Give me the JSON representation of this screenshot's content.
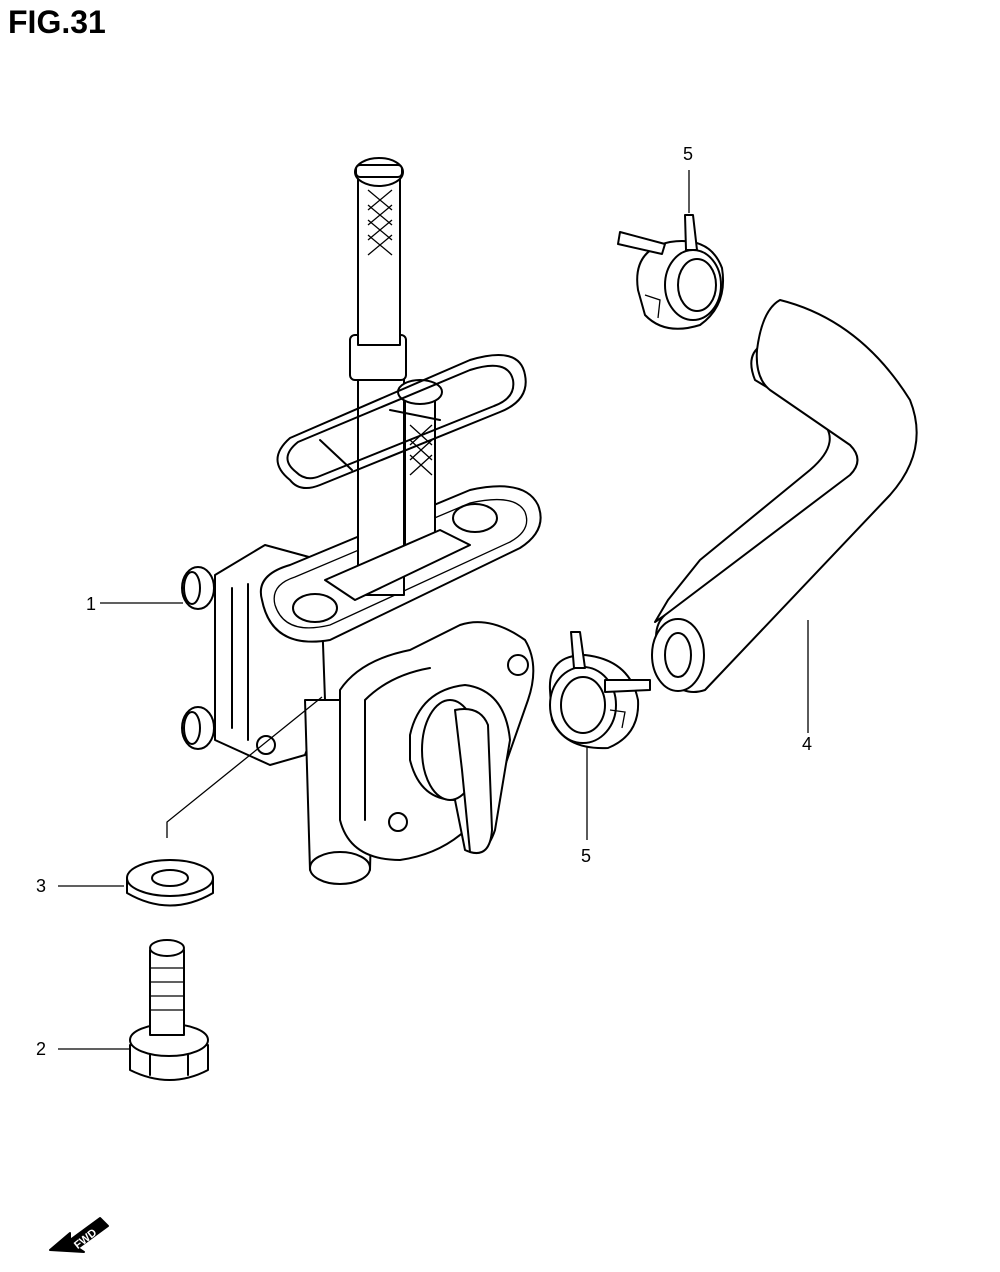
{
  "figure": {
    "title": "FIG.31"
  },
  "callouts": [
    {
      "id": "c1",
      "number": "1"
    },
    {
      "id": "c2",
      "number": "2"
    },
    {
      "id": "c3",
      "number": "3"
    },
    {
      "id": "c4",
      "number": "4"
    },
    {
      "id": "c5a",
      "number": "5"
    },
    {
      "id": "c5b",
      "number": "5"
    }
  ],
  "fwd_arrow": {
    "label": "FWD"
  }
}
